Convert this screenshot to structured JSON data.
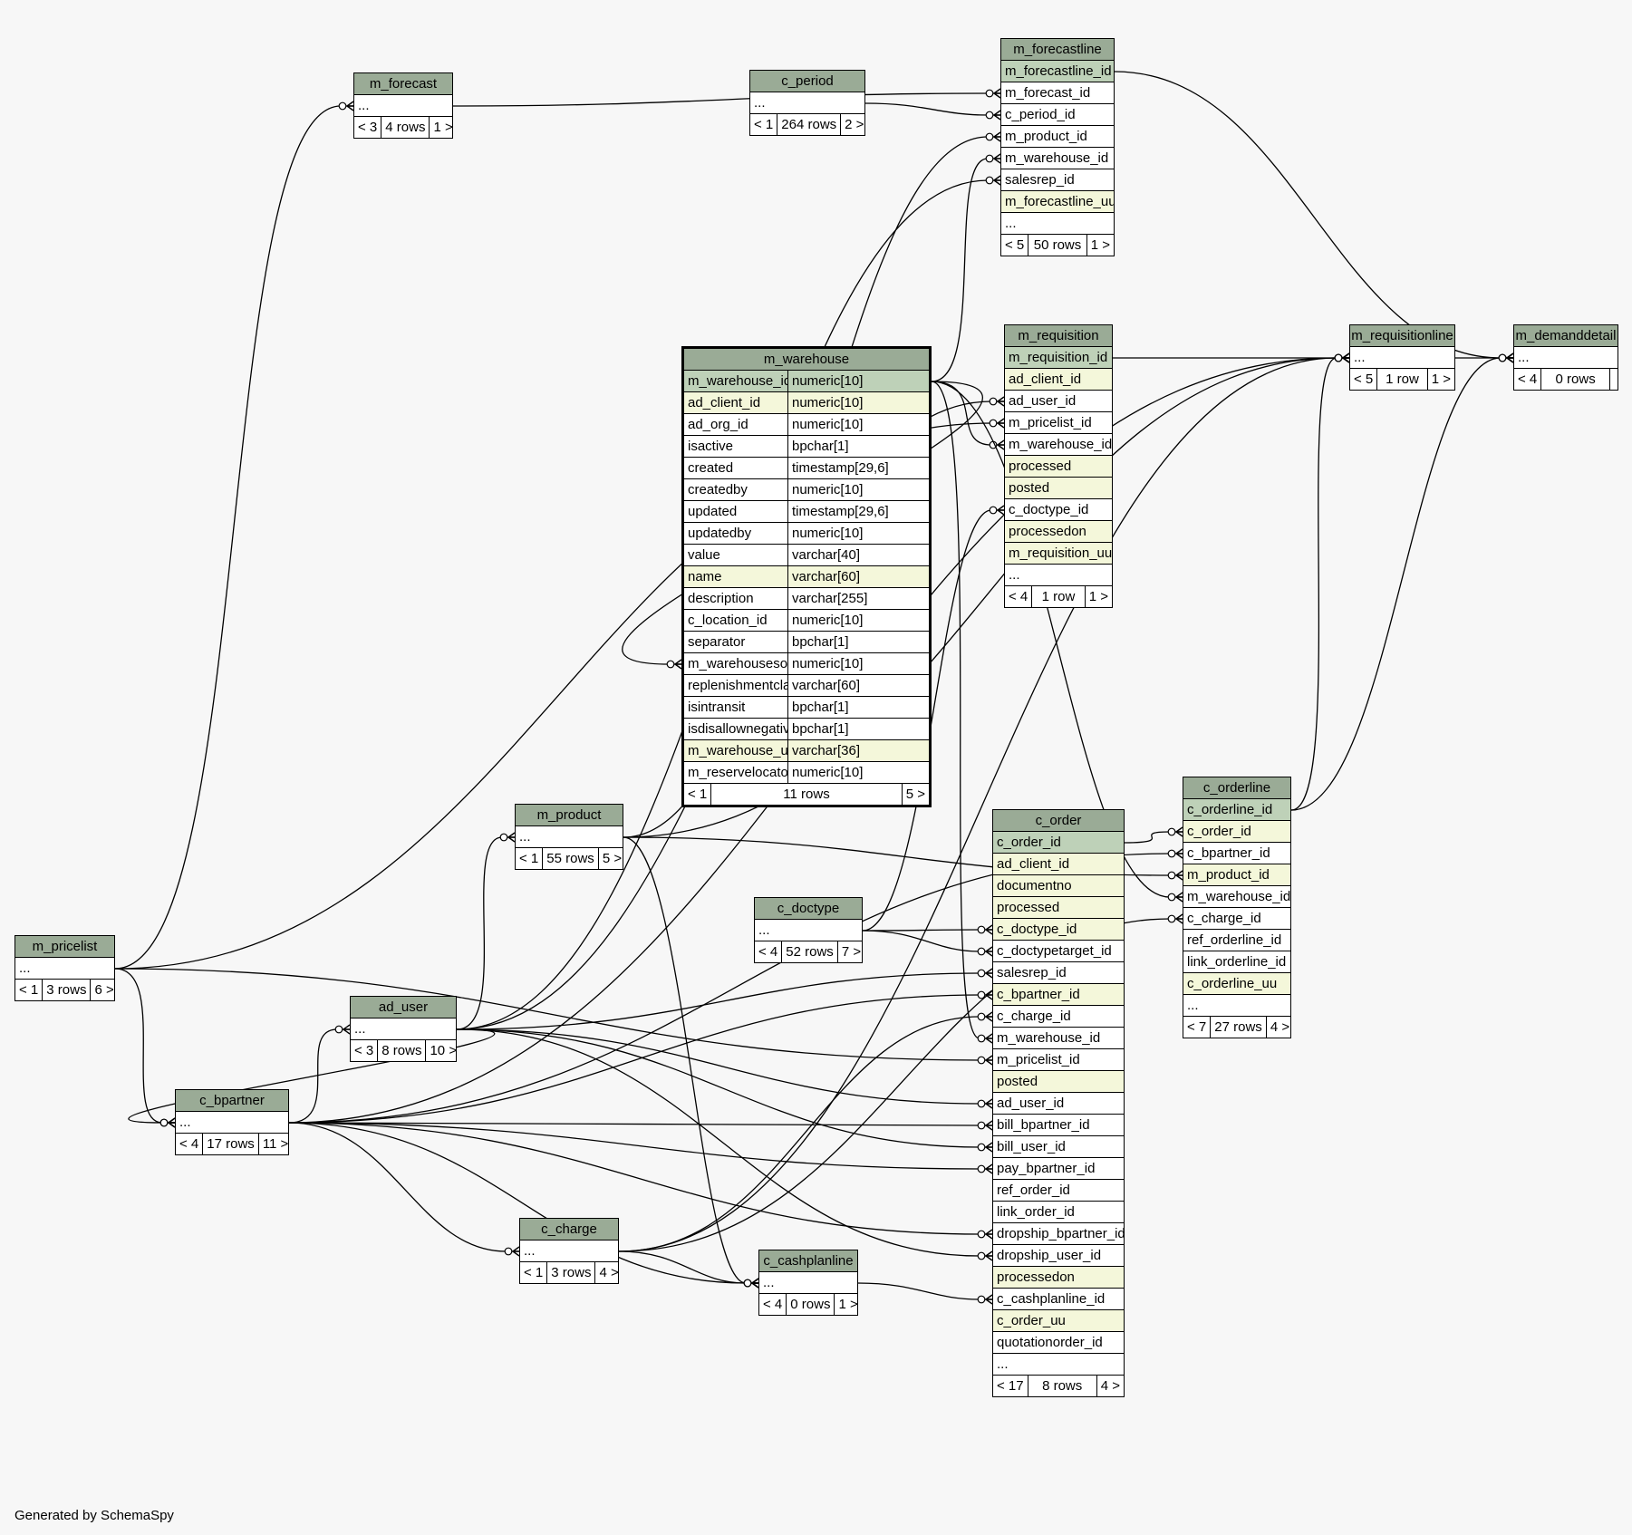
{
  "footer": "Generated by SchemaSpy",
  "colors": {
    "header": "#9aab96",
    "pk": "#bed1b8",
    "indexed": "#f4f7da",
    "background": "#f7f7f7"
  },
  "tables": [
    {
      "id": "m_forecast",
      "name": "m_forecast",
      "columns": [
        {
          "name": "..."
        }
      ],
      "footer": [
        "< 3",
        "4 rows",
        "1 >"
      ]
    },
    {
      "id": "c_period",
      "name": "c_period",
      "columns": [
        {
          "name": "..."
        }
      ],
      "footer": [
        "< 1",
        "264 rows",
        "2 >"
      ]
    },
    {
      "id": "m_forecastline",
      "name": "m_forecastline",
      "columns": [
        {
          "name": "m_forecastline_id",
          "kind": "pk"
        },
        {
          "name": "m_forecast_id"
        },
        {
          "name": "c_period_id"
        },
        {
          "name": "m_product_id"
        },
        {
          "name": "m_warehouse_id"
        },
        {
          "name": "salesrep_id"
        },
        {
          "name": "m_forecastline_uu",
          "kind": "idx"
        },
        {
          "name": "..."
        }
      ],
      "footer": [
        "< 5",
        "50 rows",
        "1 >"
      ]
    },
    {
      "id": "m_warehouse",
      "name": "m_warehouse",
      "focus": true,
      "columns": [
        {
          "name": "m_warehouse_id",
          "type": "numeric[10]",
          "kind": "pk"
        },
        {
          "name": "ad_client_id",
          "type": "numeric[10]",
          "kind": "idx"
        },
        {
          "name": "ad_org_id",
          "type": "numeric[10]"
        },
        {
          "name": "isactive",
          "type": "bpchar[1]"
        },
        {
          "name": "created",
          "type": "timestamp[29,6]"
        },
        {
          "name": "createdby",
          "type": "numeric[10]"
        },
        {
          "name": "updated",
          "type": "timestamp[29,6]"
        },
        {
          "name": "updatedby",
          "type": "numeric[10]"
        },
        {
          "name": "value",
          "type": "varchar[40]"
        },
        {
          "name": "name",
          "type": "varchar[60]",
          "kind": "idx"
        },
        {
          "name": "description",
          "type": "varchar[255]"
        },
        {
          "name": "c_location_id",
          "type": "numeric[10]"
        },
        {
          "name": "separator",
          "type": "bpchar[1]"
        },
        {
          "name": "m_warehousesource_id",
          "type": "numeric[10]"
        },
        {
          "name": "replenishmentclass",
          "type": "varchar[60]"
        },
        {
          "name": "isintransit",
          "type": "bpchar[1]"
        },
        {
          "name": "isdisallownegativeinv",
          "type": "bpchar[1]"
        },
        {
          "name": "m_warehouse_uu",
          "type": "varchar[36]",
          "kind": "idx"
        },
        {
          "name": "m_reservelocator_id",
          "type": "numeric[10]"
        }
      ],
      "footer": [
        "< 1",
        "11 rows",
        "5 >"
      ]
    },
    {
      "id": "m_requisition",
      "name": "m_requisition",
      "columns": [
        {
          "name": "m_requisition_id",
          "kind": "pk"
        },
        {
          "name": "ad_client_id",
          "kind": "idx"
        },
        {
          "name": "ad_user_id"
        },
        {
          "name": "m_pricelist_id"
        },
        {
          "name": "m_warehouse_id"
        },
        {
          "name": "processed",
          "kind": "idx"
        },
        {
          "name": "posted",
          "kind": "idx"
        },
        {
          "name": "c_doctype_id"
        },
        {
          "name": "processedon",
          "kind": "idx"
        },
        {
          "name": "m_requisition_uu",
          "kind": "idx"
        },
        {
          "name": "..."
        }
      ],
      "footer": [
        "< 4",
        "1 row",
        "1 >"
      ]
    },
    {
      "id": "m_requisitionline",
      "name": "m_requisitionline",
      "columns": [
        {
          "name": "..."
        }
      ],
      "footer": [
        "< 5",
        "1 row",
        "1 >"
      ]
    },
    {
      "id": "m_demanddetail",
      "name": "m_demanddetail",
      "columns": [
        {
          "name": "..."
        }
      ],
      "footer": [
        "< 4",
        "0 rows",
        ""
      ]
    },
    {
      "id": "m_product",
      "name": "m_product",
      "columns": [
        {
          "name": "..."
        }
      ],
      "footer": [
        "< 1",
        "55 rows",
        "5 >"
      ]
    },
    {
      "id": "c_doctype",
      "name": "c_doctype",
      "columns": [
        {
          "name": "..."
        }
      ],
      "footer": [
        "< 4",
        "52 rows",
        "7 >"
      ]
    },
    {
      "id": "c_order",
      "name": "c_order",
      "columns": [
        {
          "name": "c_order_id",
          "kind": "pk"
        },
        {
          "name": "ad_client_id",
          "kind": "idx"
        },
        {
          "name": "documentno",
          "kind": "idx"
        },
        {
          "name": "processed",
          "kind": "idx"
        },
        {
          "name": "c_doctype_id",
          "kind": "idx"
        },
        {
          "name": "c_doctypetarget_id"
        },
        {
          "name": "salesrep_id"
        },
        {
          "name": "c_bpartner_id",
          "kind": "idx"
        },
        {
          "name": "c_charge_id"
        },
        {
          "name": "m_warehouse_id"
        },
        {
          "name": "m_pricelist_id"
        },
        {
          "name": "posted",
          "kind": "idx"
        },
        {
          "name": "ad_user_id"
        },
        {
          "name": "bill_bpartner_id"
        },
        {
          "name": "bill_user_id"
        },
        {
          "name": "pay_bpartner_id"
        },
        {
          "name": "ref_order_id"
        },
        {
          "name": "link_order_id"
        },
        {
          "name": "dropship_bpartner_id"
        },
        {
          "name": "dropship_user_id"
        },
        {
          "name": "processedon",
          "kind": "idx"
        },
        {
          "name": "c_cashplanline_id"
        },
        {
          "name": "c_order_uu",
          "kind": "idx"
        },
        {
          "name": "quotationorder_id"
        },
        {
          "name": "..."
        }
      ],
      "footer": [
        "< 17",
        "8 rows",
        "4 >"
      ]
    },
    {
      "id": "c_orderline",
      "name": "c_orderline",
      "columns": [
        {
          "name": "c_orderline_id",
          "kind": "pk"
        },
        {
          "name": "c_order_id",
          "kind": "idx"
        },
        {
          "name": "c_bpartner_id"
        },
        {
          "name": "m_product_id",
          "kind": "idx"
        },
        {
          "name": "m_warehouse_id"
        },
        {
          "name": "c_charge_id"
        },
        {
          "name": "ref_orderline_id"
        },
        {
          "name": "link_orderline_id"
        },
        {
          "name": "c_orderline_uu",
          "kind": "idx"
        },
        {
          "name": "..."
        }
      ],
      "footer": [
        "< 7",
        "27 rows",
        "4 >"
      ]
    },
    {
      "id": "m_pricelist",
      "name": "m_pricelist",
      "columns": [
        {
          "name": "..."
        }
      ],
      "footer": [
        "< 1",
        "3 rows",
        "6 >"
      ]
    },
    {
      "id": "ad_user",
      "name": "ad_user",
      "columns": [
        {
          "name": "..."
        }
      ],
      "footer": [
        "< 3",
        "8 rows",
        "10 >"
      ]
    },
    {
      "id": "c_bpartner",
      "name": "c_bpartner",
      "columns": [
        {
          "name": "..."
        }
      ],
      "footer": [
        "< 4",
        "17 rows",
        "11 >"
      ]
    },
    {
      "id": "c_charge",
      "name": "c_charge",
      "columns": [
        {
          "name": "..."
        }
      ],
      "footer": [
        "< 1",
        "3 rows",
        "4 >"
      ]
    },
    {
      "id": "c_cashplanline",
      "name": "c_cashplanline",
      "columns": [
        {
          "name": "..."
        }
      ],
      "footer": [
        "< 4",
        "0 rows",
        "1 >"
      ]
    }
  ]
}
